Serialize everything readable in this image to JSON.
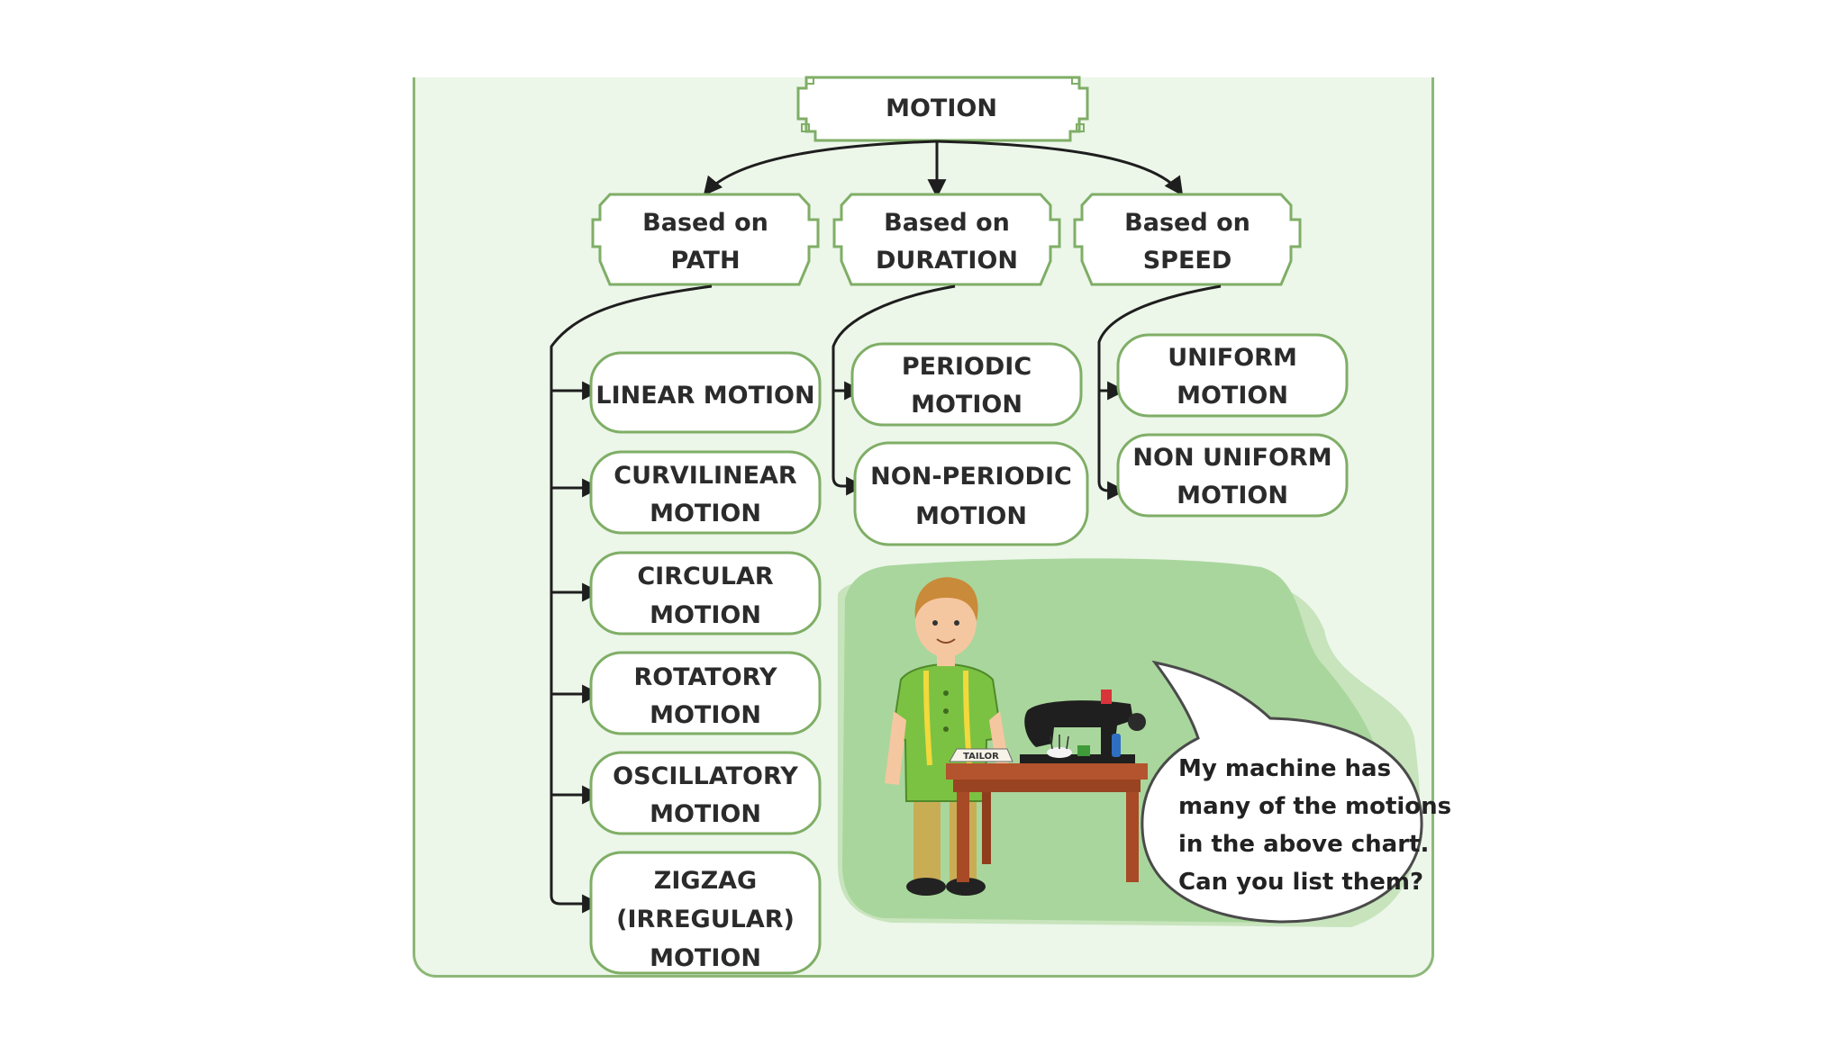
{
  "root": {
    "line1": "MOTION"
  },
  "categories": [
    {
      "id": "path",
      "line1": "Based on",
      "line2": "PATH"
    },
    {
      "id": "duration",
      "line1": "Based on",
      "line2": "DURATION"
    },
    {
      "id": "speed",
      "line1": "Based on",
      "line2": "SPEED"
    }
  ],
  "path_types": [
    {
      "lines": [
        "LINEAR MOTION"
      ]
    },
    {
      "lines": [
        "CURVILINEAR",
        "MOTION"
      ]
    },
    {
      "lines": [
        "CIRCULAR",
        "MOTION"
      ]
    },
    {
      "lines": [
        "ROTATORY",
        "MOTION"
      ]
    },
    {
      "lines": [
        "OSCILLATORY",
        "MOTION"
      ]
    },
    {
      "lines": [
        "ZIGZAG",
        "(IRREGULAR)",
        "MOTION"
      ]
    }
  ],
  "duration_types": [
    {
      "lines": [
        "PERIODIC",
        "MOTION"
      ]
    },
    {
      "lines": [
        "NON-PERIODIC",
        "MOTION"
      ]
    }
  ],
  "speed_types": [
    {
      "lines": [
        "UNIFORM",
        "MOTION"
      ]
    },
    {
      "lines": [
        "NON UNIFORM",
        "MOTION"
      ]
    }
  ],
  "speech": {
    "line1": "My machine has",
    "line2": "many of the motions",
    "line3": "in the above chart.",
    "line4": "Can you list them?"
  },
  "sign": {
    "text": "TAILOR"
  },
  "colors": {
    "panel_bg": "#ecf6e9",
    "box_border": "#7fae66",
    "box_fill": "#ffffff",
    "arrow": "#1e1e1e",
    "scene_green": "#a9d69c",
    "text": "#2b2b2b"
  }
}
